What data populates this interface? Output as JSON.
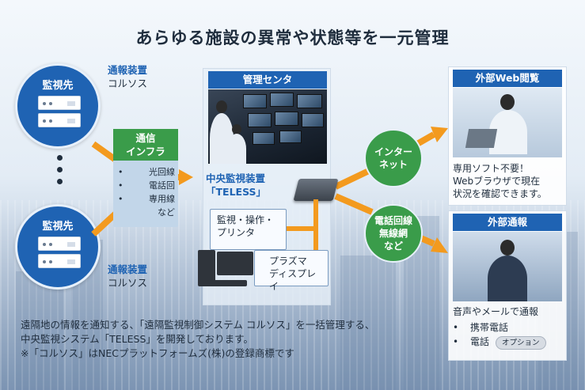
{
  "title": "あらゆる施設の異常や状態等を一元管理",
  "sites": [
    {
      "label": "監視先",
      "device_key": "通報装置",
      "device_name": "コルソス"
    },
    {
      "label": "監視先",
      "device_key": "通報装置",
      "device_name": "コルソス"
    }
  ],
  "communication": {
    "head_line1": "通信",
    "head_line2": "インフラ",
    "items": [
      "光回線",
      "電話回",
      "専用線",
      "など"
    ]
  },
  "center": {
    "header": "管理センタ",
    "system_line1": "中央監視装置",
    "system_line2": "「TELESS」",
    "ops_line1": "監視・操作・",
    "ops_line2": "プリンタ",
    "plasma_line1": "プラズマ",
    "plasma_line2": "ディスプレイ"
  },
  "links": {
    "internet_line1": "インター",
    "internet_line2": "ネット",
    "phone_line1": "電話回線",
    "phone_line2": "無線網",
    "phone_line3": "など"
  },
  "web_panel": {
    "header": "外部Web閲覧",
    "text1": "専用ソフト不要！",
    "text2": "Webブラウザで現在",
    "text3": "状況を確認できます。"
  },
  "notify_panel": {
    "header": "外部通報",
    "text1": "音声やメールで通報",
    "item1": "携帯電話",
    "item2": "電話",
    "option_badge": "オプション"
  },
  "footer": {
    "line1": "遠隔地の情報を通知する、「遠隔監視制御システム コルソス」を一括管理する、",
    "line2": "中央監視システム「TELESS」を開発しております。",
    "line3": "※「コルソス」はNECプラットフォームズ(株)の登録商標です"
  },
  "colors": {
    "blue": "#1f63b3",
    "green": "#3a9c4a",
    "orange": "#f39a1e"
  }
}
